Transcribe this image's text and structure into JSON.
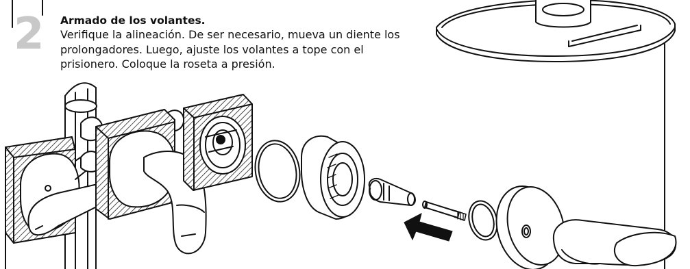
{
  "step": {
    "number": "2",
    "title": "Armado de los volantes.",
    "body": "Verifique la alineación. De ser necesario, mueva un diente los prolongadores. Luego, ajuste los volantes a tope con el prisionero. Coloque la roseta a presión."
  },
  "colors": {
    "line": "#111111",
    "step_number": "#c8c8c8",
    "arrow": "#111111"
  },
  "icons": [
    "exploded-faucet-diagram",
    "assembly-arrow-icon",
    "shower-head"
  ]
}
